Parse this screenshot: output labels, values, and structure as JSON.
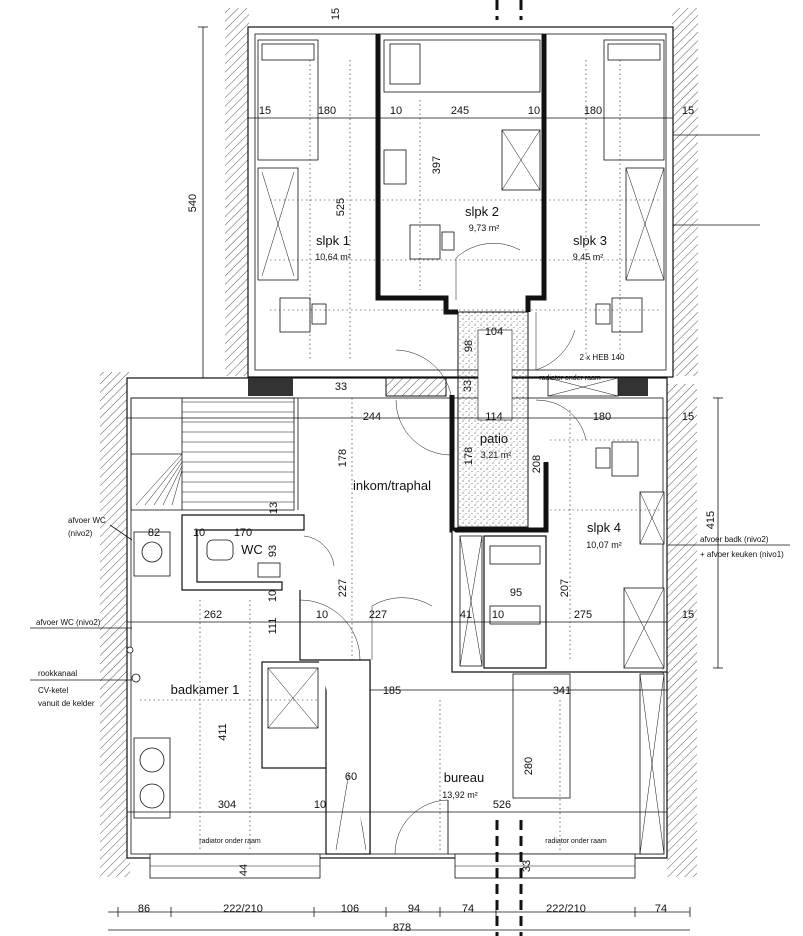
{
  "rooms": {
    "slpk1": {
      "name": "slpk 1",
      "area": "10,64 m²"
    },
    "slpk2": {
      "name": "slpk 2",
      "area": "9,73 m²"
    },
    "slpk3": {
      "name": "slpk 3",
      "area": "9,45 m²"
    },
    "slpk4": {
      "name": "slpk 4",
      "area": "10,07 m²"
    },
    "patio": {
      "name": "patio",
      "area": "3,21 m²"
    },
    "inkom": {
      "name": "inkom/traphal"
    },
    "wc": {
      "name": "WC"
    },
    "badkamer": {
      "name": "badkamer 1"
    },
    "bureau": {
      "name": "bureau",
      "area": "13,92 m²"
    }
  },
  "dimensions": {
    "top_15": "15",
    "left_540": "540",
    "r1_15a": "15",
    "r1_180a": "180",
    "r1_10a": "10",
    "r1_245": "245",
    "r1_10b": "10",
    "r1_180b": "180",
    "r1_15b": "15",
    "v_397": "397",
    "v_525": "525",
    "p_104": "104",
    "p_98": "98",
    "p_33a": "33",
    "p_33b": "33",
    "heb": "2 x HEB 140",
    "r2_244": "244",
    "r2_114": "114",
    "r2_180": "180",
    "r2_15": "15",
    "v_178a": "178",
    "v_178b": "178",
    "v_208": "208",
    "v_13": "13",
    "wc_82": "82",
    "wc_10": "10",
    "wc_170": "170",
    "wc_93": "93",
    "v_227": "227",
    "v_207": "207",
    "k_95": "95",
    "r3_262": "262",
    "r3_10a": "10",
    "r3_227": "227",
    "r3_41": "41",
    "r3_10b": "10",
    "r3_275": "275",
    "r3_15": "15",
    "v_10c": "10",
    "v_111": "111",
    "b_185": "185",
    "b_341": "341",
    "v_411": "411",
    "v_280": "280",
    "v_60": "60",
    "r4_304": "304",
    "r4_10": "10",
    "r4_526": "526",
    "bot_44": "44",
    "bot_33": "33",
    "right_415": "415",
    "b1_86": "86",
    "b1_222a": "222/210",
    "b1_106": "106",
    "b1_94": "94",
    "b1_74a": "74",
    "b1_222b": "222/210",
    "b1_74b": "74",
    "total_878": "878"
  },
  "notes": {
    "afvoer_wc_top_1": "afvoer WC",
    "afvoer_wc_top_2": "(nivo2)",
    "afvoer_wc_mid": "afvoer WC (nivo2)",
    "rookkanaal": "rookkanaal",
    "cv_1": "CV-ketel",
    "cv_2": "vanuit de kelder",
    "afvoer_badk": "afvoer badk (nivo2)",
    "afvoer_keuken": "+ afvoer keuken (nivo1)",
    "radiator_1": "radiator onder raam",
    "radiator_2": "radiator onder raam",
    "radiator_3": "radiator onder raam"
  }
}
